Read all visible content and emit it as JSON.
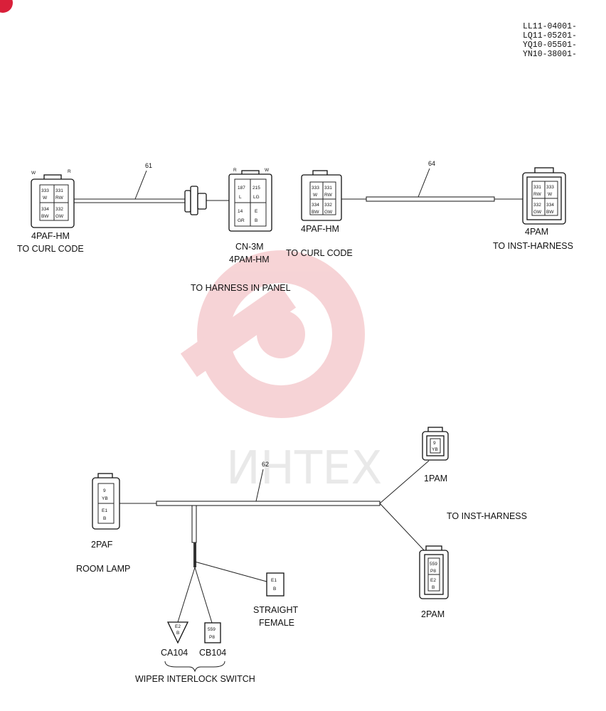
{
  "corner_badge_color": "#d9203a",
  "watermark": {
    "text": "ИНТЕХ",
    "color": "#f2c2c6",
    "icon": "gear-wrench-logo"
  },
  "model_codes": [
    "LL11-04001-",
    "LQ11-05201-",
    "YQ10-05501-",
    "YN10-38001-"
  ],
  "top_harness": {
    "wire61": "61",
    "wire64": "64",
    "c1": {
      "name": "4PAF-HM",
      "sub": "TO CURL CODE",
      "pin_w": "W",
      "pin_r": "R",
      "cells": [
        [
          "333",
          "W"
        ],
        [
          "331",
          "RW"
        ],
        [
          "334",
          "BW"
        ],
        [
          "332",
          "GW"
        ]
      ]
    },
    "c2": {
      "name": "CN-3M",
      "sub": "4PAM-HM",
      "pin_r": "R",
      "pin_w": "W",
      "cells": [
        [
          "187",
          "L"
        ],
        [
          "215",
          "LG"
        ],
        [
          "14",
          "GR"
        ],
        [
          "E",
          "B"
        ]
      ]
    },
    "panel_label": "TO HARNESS IN PANEL",
    "c3": {
      "name": "4PAF-HM",
      "sub": "TO CURL CODE",
      "cells": [
        [
          "333",
          "W"
        ],
        [
          "331",
          "RW"
        ],
        [
          "334",
          "BW"
        ],
        [
          "332",
          "GW"
        ]
      ]
    },
    "c4": {
      "name": "4PAM",
      "sub": "TO INST-HARNESS",
      "cells": [
        [
          "331",
          "RW"
        ],
        [
          "333",
          "W"
        ],
        [
          "332",
          "GW"
        ],
        [
          "334",
          "BW"
        ]
      ]
    }
  },
  "bottom_harness": {
    "wire62": "62",
    "c2paf": {
      "name": "2PAF",
      "sub": "ROOM LAMP",
      "cells": [
        [
          "9",
          "YB"
        ],
        [
          "E1",
          "B"
        ]
      ]
    },
    "c1pam": {
      "name": "1PAM",
      "cells": [
        [
          "9",
          "YB"
        ]
      ]
    },
    "inst_label": "TO INST-HARNESS",
    "c2pam": {
      "name": "2PAM",
      "cells": [
        [
          "559",
          "P8"
        ],
        [
          "E2",
          "B"
        ]
      ]
    },
    "straight": {
      "line1": "STRAIGHT",
      "line2": "FEMALE",
      "cell": [
        "E1",
        "B"
      ]
    },
    "ca104": {
      "name": "CA104",
      "cell": [
        "E2",
        "B"
      ]
    },
    "cb104": {
      "name": "CB104",
      "cell": [
        "559",
        "P8"
      ]
    },
    "wiper_label": "WIPER INTERLOCK SWITCH"
  }
}
